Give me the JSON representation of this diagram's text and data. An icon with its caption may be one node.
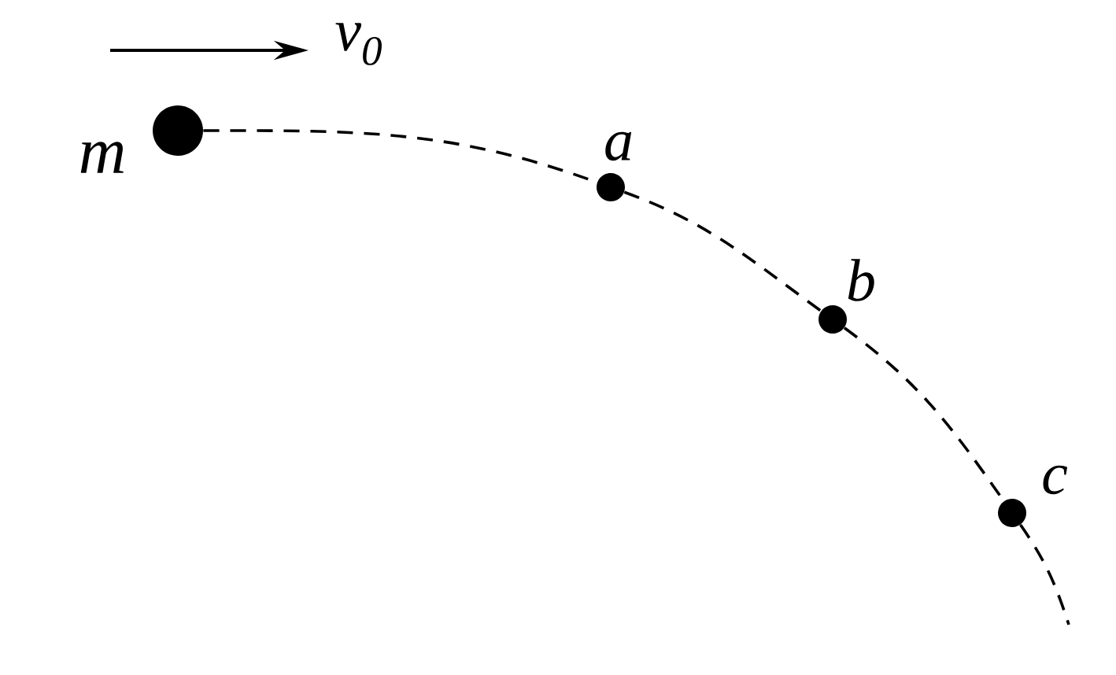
{
  "diagram": {
    "nodes": [
      {
        "text": [],
        "shape": "circle",
        "beside": [
          "m"
        ]
      },
      {
        "text": [],
        "shape": "circle",
        "beside": [
          "a"
        ]
      },
      {
        "text": [],
        "shape": "circle",
        "beside": [
          "b"
        ]
      },
      {
        "text": [],
        "shape": "circle",
        "beside": [
          "c"
        ]
      }
    ],
    "edges": [
      {
        "from": 0,
        "to": 1,
        "arrow": "none",
        "style": "dashed"
      },
      {
        "from": 1,
        "to": 2,
        "arrow": "none",
        "style": "dashed"
      },
      {
        "from": 2,
        "to": 3,
        "arrow": "none",
        "style": "dashed"
      },
      {
        "from": 3,
        "to": null,
        "arrow": "none",
        "style": "dashed"
      }
    ],
    "labels": [
      "v$_{0}$"
    ]
  }
}
